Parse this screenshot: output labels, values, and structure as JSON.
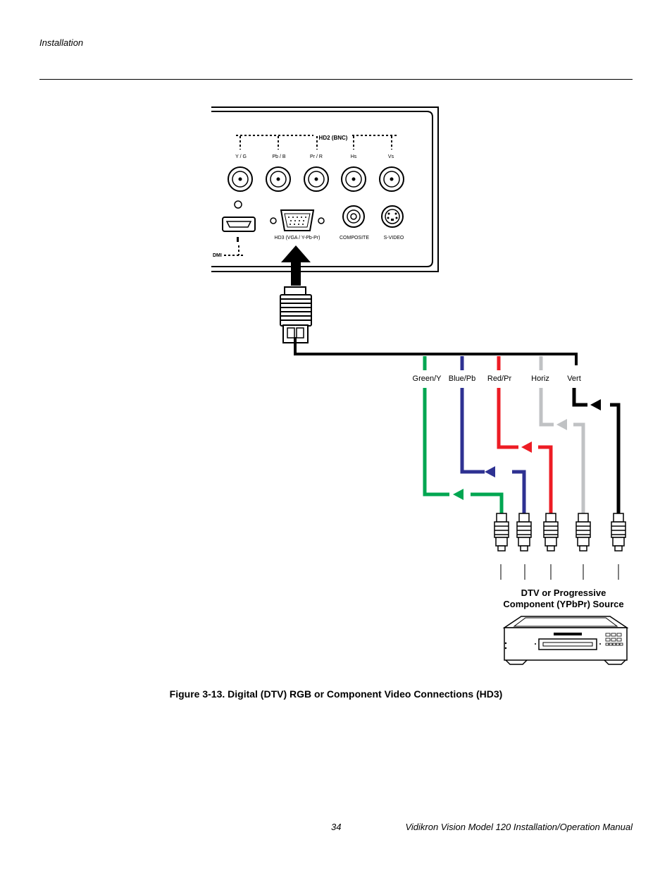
{
  "header": {
    "section": "Installation"
  },
  "panel": {
    "hd2_label": "HD2 (BNC)",
    "bnc_labels": [
      "Y / G",
      "Pb / B",
      "Pr / R",
      "Hs",
      "Vs"
    ],
    "hd3_label": "HD3 (VGA / Y-Pb-Pr)",
    "composite_label": "COMPOSITE",
    "svideo_label": "S-VIDEO",
    "hdmi_label": "DMI"
  },
  "cables": {
    "labels": [
      "Green/Y",
      "Blue/Pb",
      "Red/Pr",
      "Horiz",
      "Vert"
    ]
  },
  "source": {
    "line1": "DTV or Progressive",
    "line2": "Component (YPbPr) Source"
  },
  "colors": {
    "green": "#00a651",
    "blue": "#2e3192",
    "red": "#ed1c24",
    "gray": "#c0c2c4",
    "black": "#000000"
  },
  "caption": "Figure 3-13. Digital (DTV) RGB or Component Video Connections (HD3)",
  "footer": {
    "page_number": "34",
    "title": "Vidikron Vision Model 120 Installation/Operation Manual"
  }
}
